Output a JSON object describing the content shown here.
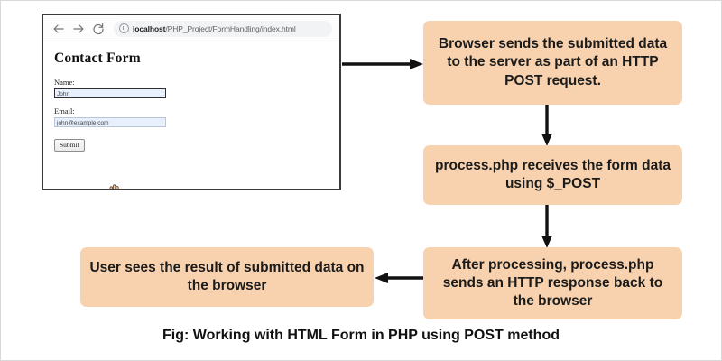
{
  "browser": {
    "nav": {
      "back_icon": "back-arrow-icon",
      "forward_icon": "forward-arrow-icon",
      "reload_icon": "reload-icon"
    },
    "url": {
      "host": "localhost",
      "path": "/PHP_Project/FormHandling/index.html",
      "full": "localhost/PHP_Project/FormHandling/index.html",
      "site_info_icon": "site-info-icon"
    },
    "page": {
      "heading": "Contact Form",
      "fields": [
        {
          "label": "Name:",
          "value": "John",
          "focused": true
        },
        {
          "label": "Email:",
          "value": "john@example.com",
          "focused": false
        }
      ],
      "submit_label": "Submit",
      "cursor_icon": "pointing-hand-cursor-icon"
    }
  },
  "flow": {
    "boxes": [
      {
        "id": "browser-sends",
        "text": "Browser sends the submitted data to the server as part of an HTTP POST request."
      },
      {
        "id": "process-receives",
        "text": "process.php receives the form data using $_POST"
      },
      {
        "id": "after-processing",
        "text": "After processing, process.php sends an HTTP response back to the browser"
      },
      {
        "id": "user-sees",
        "text": "User sees the result of submitted data on the browser"
      }
    ],
    "arrows": [
      {
        "id": "browser-to-box1",
        "direction": "right"
      },
      {
        "id": "box1-to-box2",
        "direction": "down"
      },
      {
        "id": "box2-to-box3",
        "direction": "down"
      },
      {
        "id": "box3-to-box4",
        "direction": "left"
      }
    ]
  },
  "caption": "Fig: Working with HTML Form in PHP using POST method",
  "colors": {
    "box_fill": "#F8D2AE",
    "arrow": "#111111",
    "input_fill": "#E8F0FE",
    "browser_border": "#3A3A3A"
  }
}
